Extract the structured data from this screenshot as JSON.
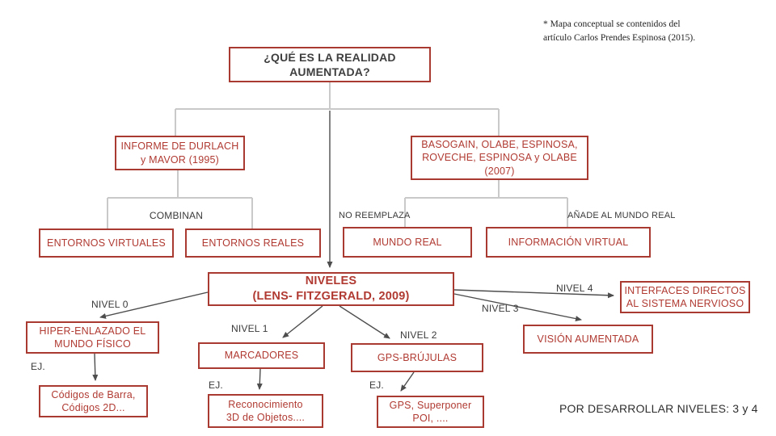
{
  "annotation": "* Mapa conceptual se contenidos del\nartículo Carlos Prendes Espinosa (2015).",
  "colors": {
    "box_border": "#a93a32",
    "box_text": "#b03a32",
    "dark_text": "#3a3a3a",
    "tree_line": "#c9c9c9",
    "arrow_line": "#4d4d4d"
  },
  "nodes": {
    "title": "¿QUÉ ES LA REALIDAD\nAUMENTADA?",
    "informe": "INFORME DE DURLACH\ny MAVOR (1995)",
    "basogain": "BASOGAIN, OLABE, ESPINOSA,\nROVECHE, ESPINOSA y OLABE\n(2007)",
    "entornos_virtuales": "ENTORNOS VIRTUALES",
    "entornos_reales": "ENTORNOS REALES",
    "mundo_real": "MUNDO REAL",
    "informacion_virtual": "INFORMACIÓN VIRTUAL",
    "niveles": "NIVELES\n(LENS- FITZGERALD, 2009)",
    "hiper_enlazado": "HIPER-ENLAZADO EL\nMUNDO FÍSICO",
    "marcadores": "MARCADORES",
    "gps_brujulas": "GPS-BRÚJULAS",
    "vision_aumentada": "VISIÓN AUMENTADA",
    "interfaces_directos": "INTERFACES DIRECTOS\nAL SISTEMA NERVIOSO",
    "codigos": "Códigos de Barra,\nCódigos 2D...",
    "reconocimiento": "Reconocimiento\n3D de Objetos....",
    "gps_superponer": "GPS, Superponer\nPOI, ...."
  },
  "labels": {
    "combinan": "COMBINAN",
    "no_reemplaza": "NO REEMPLAZA",
    "anade": "AÑADE AL MUNDO REAL",
    "nivel0": "NIVEL 0",
    "nivel1": "NIVEL 1",
    "nivel2": "NIVEL 2",
    "nivel3": "NIVEL 3",
    "nivel4": "NIVEL 4",
    "ej": "EJ.",
    "por_desarrollar": "POR DESARROLLAR NIVELES: 3 y 4"
  }
}
